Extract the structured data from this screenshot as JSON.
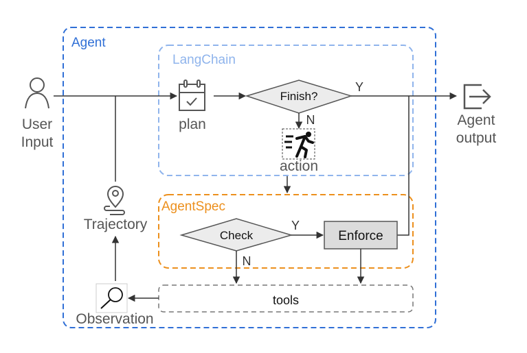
{
  "containers": {
    "agent": {
      "label": "Agent",
      "color": "#2f6fd6"
    },
    "langchain": {
      "label": "LangChain",
      "color": "#8fb4ec"
    },
    "agentspec": {
      "label": "AgentSpec",
      "color": "#ec8f1c"
    },
    "tools": {
      "label": "tools",
      "color": "#777777"
    }
  },
  "nodes": {
    "user_input": {
      "line1": "User",
      "line2": "Input",
      "icon": "user-icon"
    },
    "plan": {
      "label": "plan",
      "icon": "calendar-check-icon"
    },
    "finish": {
      "label": "Finish?"
    },
    "action": {
      "label": "action",
      "icon": "running-person-icon"
    },
    "agent_output": {
      "line1": "Agent",
      "line2": "output",
      "icon": "exit-arrow-icon"
    },
    "trajectory": {
      "label": "Trajectory",
      "icon": "map-pin-route-icon"
    },
    "check": {
      "label": "Check"
    },
    "enforce": {
      "label": "Enforce"
    },
    "observation": {
      "label": "Observation",
      "icon": "magnifier-icon"
    }
  },
  "edge_labels": {
    "finish_yes": "Y",
    "finish_no": "N",
    "check_yes": "Y",
    "check_no": "N"
  },
  "colors": {
    "line": "#333333",
    "icon": "#555555",
    "diamond_fill": "#ececec",
    "enforce_fill": "#dcdcdc"
  }
}
